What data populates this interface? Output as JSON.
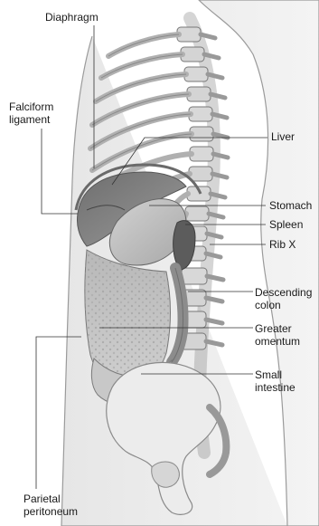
{
  "labels": {
    "diaphragm": "Diaphragm",
    "falciform": "Falciform\nligament",
    "liver": "Liver",
    "stomach": "Stomach",
    "spleen": "Spleen",
    "rib_x": "Rib X",
    "descending_colon": "Descending\ncolon",
    "greater_omentum": "Greater\nomentum",
    "small_intestine": "Small\nintestine",
    "parietal_peritoneum": "Parietal\nperitoneum"
  }
}
